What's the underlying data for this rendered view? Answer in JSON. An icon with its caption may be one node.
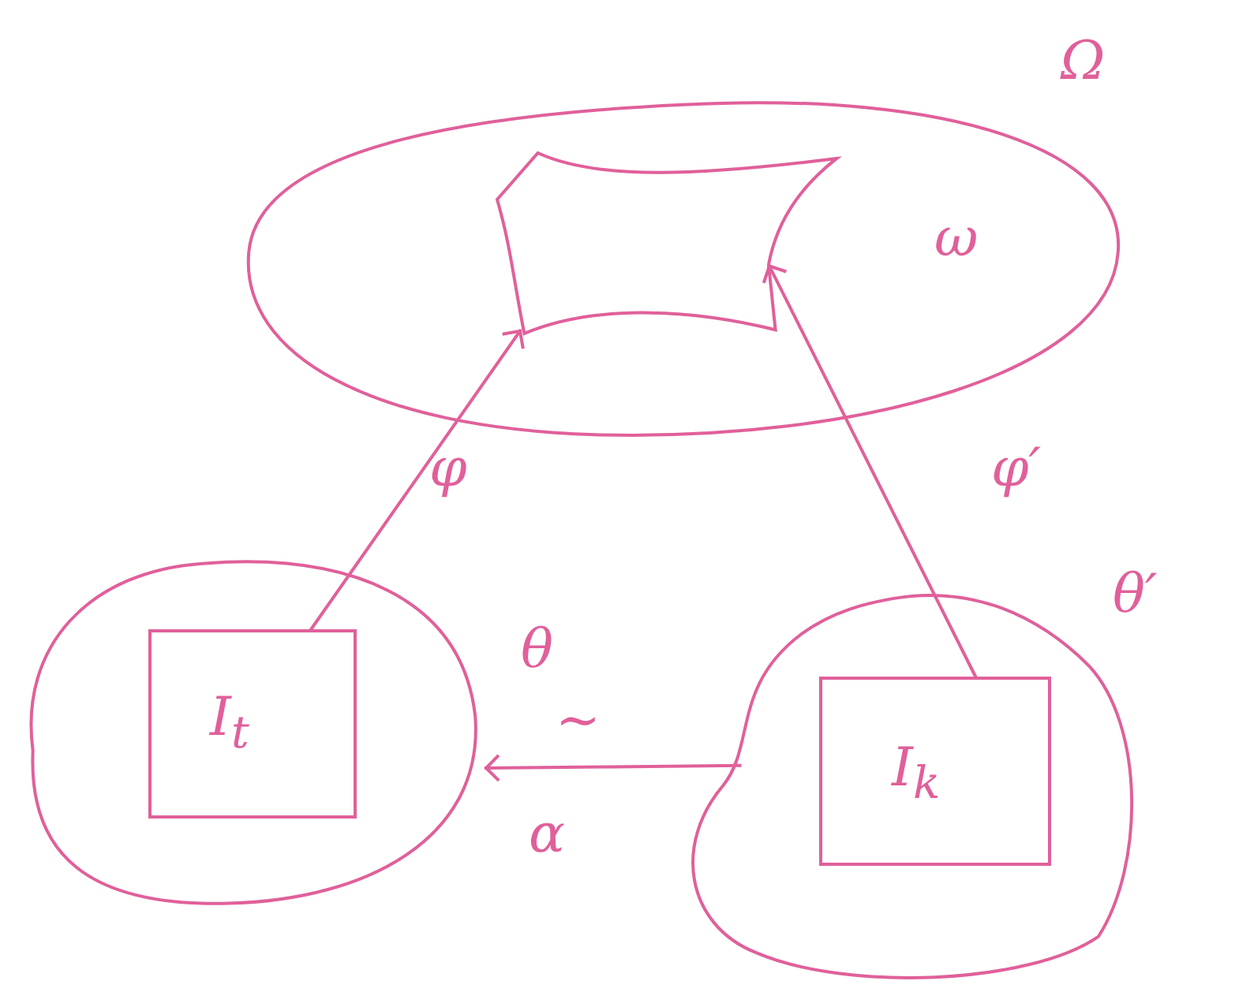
{
  "diagram": {
    "nodes": [
      {
        "text": [
          "Ω",
          "ω"
        ]
      },
      {
        "text": [],
        "shape": "box",
        "in": 0
      },
      {
        "text": [],
        "shape": "cloud",
        "beside": [
          "θ"
        ]
      },
      {
        "text": [
          "I$_{t}$"
        ],
        "in": 2
      },
      {
        "text": [],
        "shape": "cloud",
        "beside": [
          "θ′"
        ]
      },
      {
        "text": [
          "I$_{k}$"
        ],
        "in": 4
      }
    ],
    "edges": [
      {
        "from": 3,
        "to": 1,
        "arrow": "to",
        "label": "φ"
      },
      {
        "from": 5,
        "to": 1,
        "arrow": "to",
        "label": "φ′"
      },
      {
        "from": 4,
        "to": 2,
        "arrow": "to",
        "label": "α"
      }
    ],
    "labels": [
      "~"
    ]
  }
}
